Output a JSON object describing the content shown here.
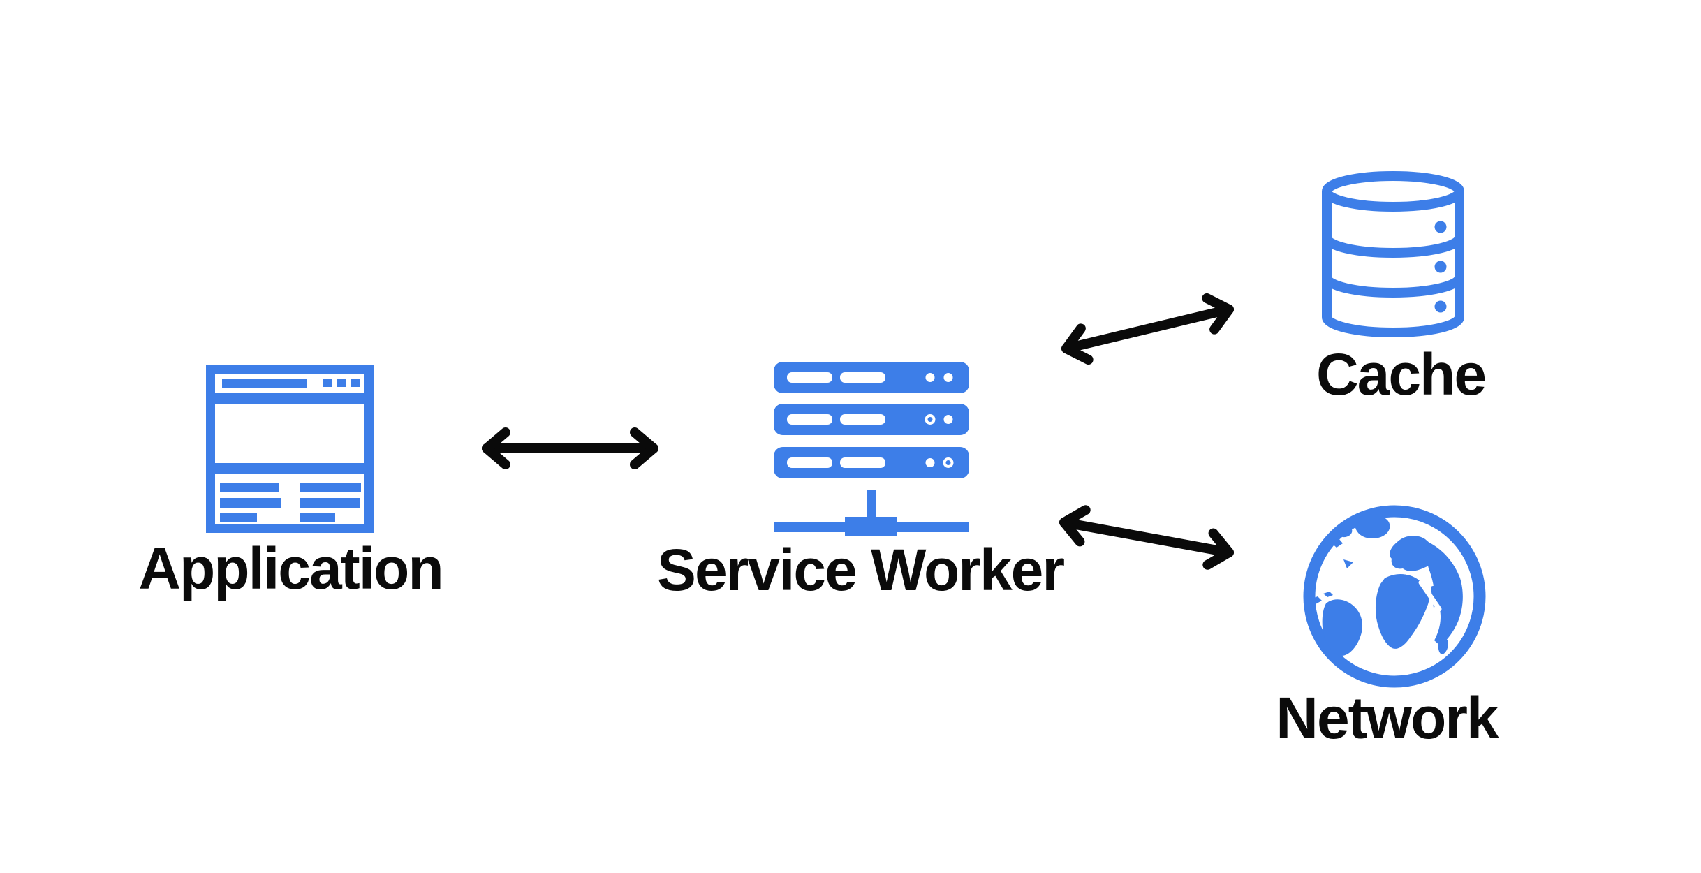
{
  "title": "Service Worker architecture diagram",
  "colors": {
    "accent": "#3d7ee8",
    "arrow": "#0a0a0a",
    "label": "#0b0b0b",
    "background": "#ffffff"
  },
  "diagram": {
    "nodes": [
      {
        "id": "application",
        "label": "Application",
        "icon": "browser-window-icon"
      },
      {
        "id": "service-worker",
        "label": "Service Worker",
        "icon": "server-stack-icon"
      },
      {
        "id": "cache",
        "label": "Cache",
        "icon": "database-icon"
      },
      {
        "id": "network",
        "label": "Network",
        "icon": "globe-icon"
      }
    ],
    "connections": [
      {
        "from": "application",
        "to": "service-worker",
        "type": "bidirectional-arrow"
      },
      {
        "from": "service-worker",
        "to": "cache",
        "type": "bidirectional-arrow"
      },
      {
        "from": "service-worker",
        "to": "network",
        "type": "bidirectional-arrow"
      }
    ]
  }
}
